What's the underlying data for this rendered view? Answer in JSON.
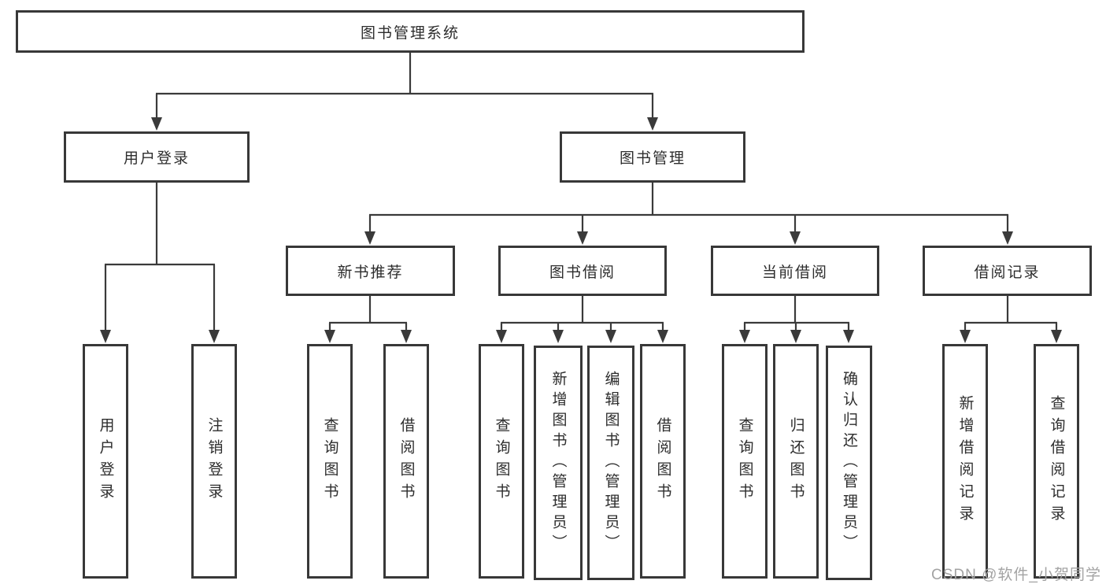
{
  "colors": {
    "line": "#3a3a3a",
    "box_border": "#383838",
    "text": "#2d2d2d",
    "background": "#ffffff",
    "watermark": "#a3a3a3"
  },
  "tree": {
    "root": {
      "label": "图书管理系统"
    },
    "branches": [
      {
        "label": "用户登录",
        "children": [
          {
            "label": "用户登录"
          },
          {
            "label": "注销登录"
          }
        ]
      },
      {
        "label": "图书管理",
        "children": [
          {
            "label": "新书推荐",
            "children": [
              {
                "label": "查询图书"
              },
              {
                "label": "借阅图书"
              }
            ]
          },
          {
            "label": "图书借阅",
            "children": [
              {
                "label": "查询图书"
              },
              {
                "label": "新增图书（管理员）"
              },
              {
                "label": "编辑图书（管理员）"
              },
              {
                "label": "借阅图书"
              }
            ]
          },
          {
            "label": "当前借阅",
            "children": [
              {
                "label": "查询图书"
              },
              {
                "label": "归还图书"
              },
              {
                "label": "确认归还（管理员）"
              }
            ]
          },
          {
            "label": "借阅记录",
            "children": [
              {
                "label": "新增借阅记录"
              },
              {
                "label": "查询借阅记录"
              }
            ]
          }
        ]
      }
    ]
  },
  "watermark": {
    "text": "CSDN @软件_小贺同学"
  }
}
